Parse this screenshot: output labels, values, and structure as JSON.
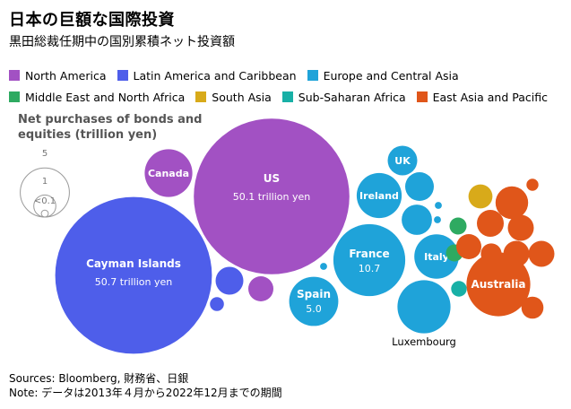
{
  "header": {
    "title": "日本の巨額な国際投資",
    "subtitle": "黒田総裁任期中の国別累積ネット投資額"
  },
  "legend": [
    [
      {
        "name": "North America",
        "color": "#a251c3"
      },
      {
        "name": "Latin America and Caribbean",
        "color": "#4e5eea"
      },
      {
        "name": "Europe and Central Asia",
        "color": "#1fa3d9"
      }
    ],
    [
      {
        "name": "Middle East and North Africa",
        "color": "#2eaa61"
      },
      {
        "name": "South Asia",
        "color": "#d8aa1a"
      },
      {
        "name": "Sub-Saharan Africa",
        "color": "#18b0a6"
      },
      {
        "name": "East Asia and Pacific",
        "color": "#e0561a"
      }
    ]
  ],
  "size_key": {
    "title_line1": "Net purchases of bonds and",
    "title_line2": "equities (trillion yen)",
    "values": [
      5,
      1
    ],
    "labels": [
      "5",
      "1",
      "<0.1"
    ]
  },
  "chart_data": {
    "type": "bubble",
    "title": "日本の巨額な国際投資",
    "subtitle": "黒田総裁任期中の国別累積ネット投資額",
    "size_unit": "trillion yen",
    "legend_placement": "top",
    "bubbles": [
      {
        "id": "us",
        "name": "US",
        "region": "North America",
        "value": 50.1,
        "value_label": "50.1 trillion yen",
        "color": "#a251c3"
      },
      {
        "id": "cayman",
        "name": "Cayman Islands",
        "region": "Latin America and Caribbean",
        "value": 50.7,
        "value_label": "50.7 trillion yen",
        "color": "#4e5eea"
      },
      {
        "id": "canada",
        "name": "Canada",
        "region": "North America",
        "value": 4.7,
        "value_label": "",
        "color": "#a251c3"
      },
      {
        "id": "france",
        "name": "France",
        "region": "Europe and Central Asia",
        "value": 10.7,
        "value_label": "10.7",
        "color": "#1fa3d9"
      },
      {
        "id": "spain",
        "name": "Spain",
        "region": "Europe and Central Asia",
        "value": 5.0,
        "value_label": "5.0",
        "color": "#1fa3d9"
      },
      {
        "id": "ireland",
        "name": "Ireland",
        "region": "Europe and Central Asia",
        "value": 4.2,
        "value_label": "",
        "color": "#1fa3d9"
      },
      {
        "id": "italy",
        "name": "Italy",
        "region": "Europe and Central Asia",
        "value": 4.1,
        "value_label": "",
        "color": "#1fa3d9"
      },
      {
        "id": "luxembourg",
        "name": "Luxembourg",
        "region": "Europe and Central Asia",
        "value": 5.8,
        "value_label": "",
        "color": "#1fa3d9"
      },
      {
        "id": "uk",
        "name": "UK",
        "region": "Europe and Central Asia",
        "value": 1.8,
        "value_label": "",
        "color": "#1fa3d9"
      },
      {
        "id": "australia",
        "name": "Australia",
        "region": "East Asia and Pacific",
        "value": 8.4,
        "value_label": "",
        "color": "#e0561a"
      },
      {
        "id": "b13",
        "name": "",
        "region": "Europe and Central Asia",
        "value": 1.7,
        "value_label": "",
        "color": "#1fa3d9"
      },
      {
        "id": "b14",
        "name": "",
        "region": "Europe and Central Asia",
        "value": 1.9,
        "value_label": "",
        "color": "#1fa3d9"
      },
      {
        "id": "b15",
        "name": "",
        "region": "Europe and Central Asia",
        "value": 0.1,
        "value_label": "",
        "color": "#1fa3d9"
      },
      {
        "id": "b16",
        "name": "",
        "region": "Europe and Central Asia",
        "value": 0.1,
        "value_label": "",
        "color": "#1fa3d9"
      },
      {
        "id": "b17",
        "name": "",
        "region": "Europe and Central Asia",
        "value": 0.1,
        "value_label": "",
        "color": "#1fa3d9"
      },
      {
        "id": "b18",
        "name": "",
        "region": "Latin America and Caribbean",
        "value": 1.6,
        "value_label": "",
        "color": "#4e5eea"
      },
      {
        "id": "b19",
        "name": "",
        "region": "Latin America and Caribbean",
        "value": 0.4,
        "value_label": "",
        "color": "#4e5eea"
      },
      {
        "id": "b20",
        "name": "",
        "region": "North America",
        "value": 1.3,
        "value_label": "",
        "color": "#a251c3"
      },
      {
        "id": "b21",
        "name": "",
        "region": "Middle East and North Africa",
        "value": 0.6,
        "value_label": "",
        "color": "#2eaa61"
      },
      {
        "id": "b22",
        "name": "",
        "region": "Middle East and North Africa",
        "value": 0.6,
        "value_label": "",
        "color": "#2eaa61"
      },
      {
        "id": "b23",
        "name": "",
        "region": "Sub-Saharan Africa",
        "value": 0.5,
        "value_label": "",
        "color": "#18b0a6"
      },
      {
        "id": "b24",
        "name": "",
        "region": "South Asia",
        "value": 1.2,
        "value_label": "",
        "color": "#d8aa1a"
      },
      {
        "id": "b25",
        "name": "",
        "region": "East Asia and Pacific",
        "value": 2.2,
        "value_label": "",
        "color": "#e0561a"
      },
      {
        "id": "b26",
        "name": "",
        "region": "East Asia and Pacific",
        "value": 0.3,
        "value_label": "",
        "color": "#e0561a"
      },
      {
        "id": "b27",
        "name": "",
        "region": "East Asia and Pacific",
        "value": 1.5,
        "value_label": "",
        "color": "#e0561a"
      },
      {
        "id": "b28",
        "name": "",
        "region": "East Asia and Pacific",
        "value": 1.3,
        "value_label": "",
        "color": "#e0561a"
      },
      {
        "id": "b29",
        "name": "",
        "region": "East Asia and Pacific",
        "value": 1.4,
        "value_label": "",
        "color": "#e0561a"
      },
      {
        "id": "b30",
        "name": "",
        "region": "East Asia and Pacific",
        "value": 1.4,
        "value_label": "",
        "color": "#e0561a"
      },
      {
        "id": "b31",
        "name": "",
        "region": "East Asia and Pacific",
        "value": 1.4,
        "value_label": "",
        "color": "#e0561a"
      },
      {
        "id": "b32",
        "name": "",
        "region": "East Asia and Pacific",
        "value": 0.9,
        "value_label": "",
        "color": "#e0561a"
      },
      {
        "id": "b33",
        "name": "",
        "region": "East Asia and Pacific",
        "value": 1.0,
        "value_label": "",
        "color": "#e0561a"
      }
    ]
  },
  "footer": {
    "sources": "Sources: Bloomberg, 財務省、日銀",
    "note": "Note: データは2013年４月から2022年12月までの期間"
  }
}
